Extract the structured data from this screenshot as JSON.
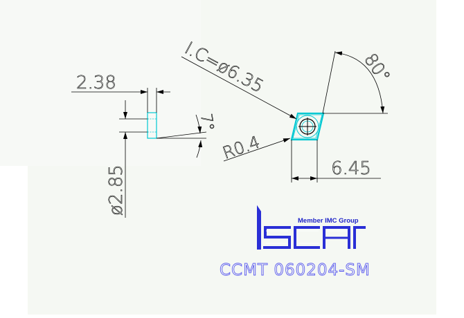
{
  "drawing": {
    "dimensions": {
      "thickness": "2.38",
      "hole_diameter": "ø2.85",
      "clearance_angle": "7°",
      "inscribed_circle": "I.C=ø6.35",
      "corner_radius": "R0.4",
      "cutting_edge_length": "6.45",
      "insert_angle": "80°"
    },
    "colors": {
      "line": "#000000",
      "insert_outline": "#00c8d2",
      "logo": "#2a2fd6",
      "part_number": "#5b5bef"
    }
  },
  "logo": {
    "tagline": "Member IMC Group",
    "brand": "ISCAR"
  },
  "part_number": "CCMT 060204-SM"
}
